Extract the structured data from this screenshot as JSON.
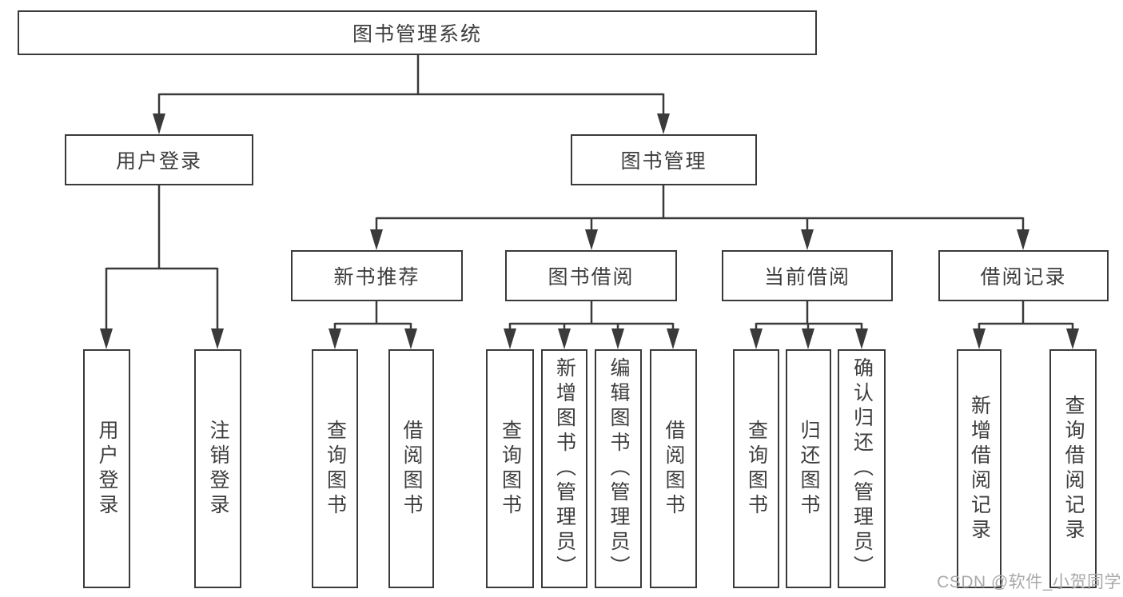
{
  "diagram": {
    "root": {
      "label": "图书管理系统"
    },
    "user_login": {
      "label": "用户登录",
      "children": [
        {
          "label": "用户登录"
        },
        {
          "label": "注销登录"
        }
      ]
    },
    "book_management": {
      "label": "图书管理",
      "sections": [
        {
          "label": "新书推荐",
          "children": [
            {
              "label": "查询图书"
            },
            {
              "label": "借阅图书"
            }
          ]
        },
        {
          "label": "图书借阅",
          "children": [
            {
              "label": "查询图书"
            },
            {
              "label": "新增图书（管理员）"
            },
            {
              "label": "编辑图书（管理员）"
            },
            {
              "label": "借阅图书"
            }
          ]
        },
        {
          "label": "当前借阅",
          "children": [
            {
              "label": "查询图书"
            },
            {
              "label": "归还图书"
            },
            {
              "label": "确认归还（管理员）"
            }
          ]
        },
        {
          "label": "借阅记录",
          "children": [
            {
              "label": "新增借阅记录"
            },
            {
              "label": "查询借阅记录"
            }
          ]
        }
      ]
    }
  },
  "watermark": {
    "text": "CSDN @软件_小贺同学"
  },
  "colors": {
    "line": "#3a3a3a",
    "border": "#3a3a3a",
    "text": "#3d3d3d",
    "background": "#ffffff",
    "watermark": "#a9a9a9"
  }
}
